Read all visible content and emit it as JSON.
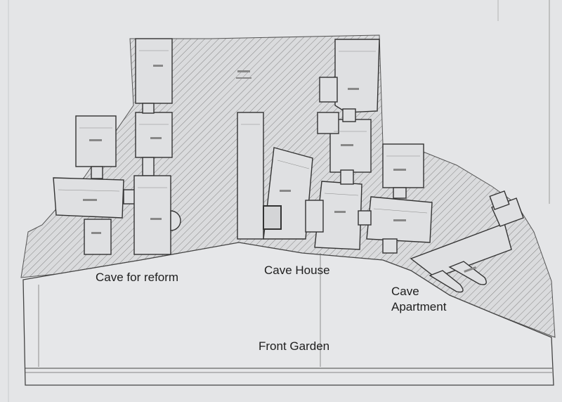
{
  "labels": {
    "cave_for_reform": "Cave for reform",
    "cave_house": "Cave House",
    "cave_apartment_line1": "Cave",
    "cave_apartment_line2": "Apartment",
    "front_garden": "Front Garden"
  },
  "colors": {
    "paper": "#e4e5e7",
    "ink": "#3a3a3a",
    "hatch": "#777777",
    "room_fill": "#dfe0e2"
  }
}
